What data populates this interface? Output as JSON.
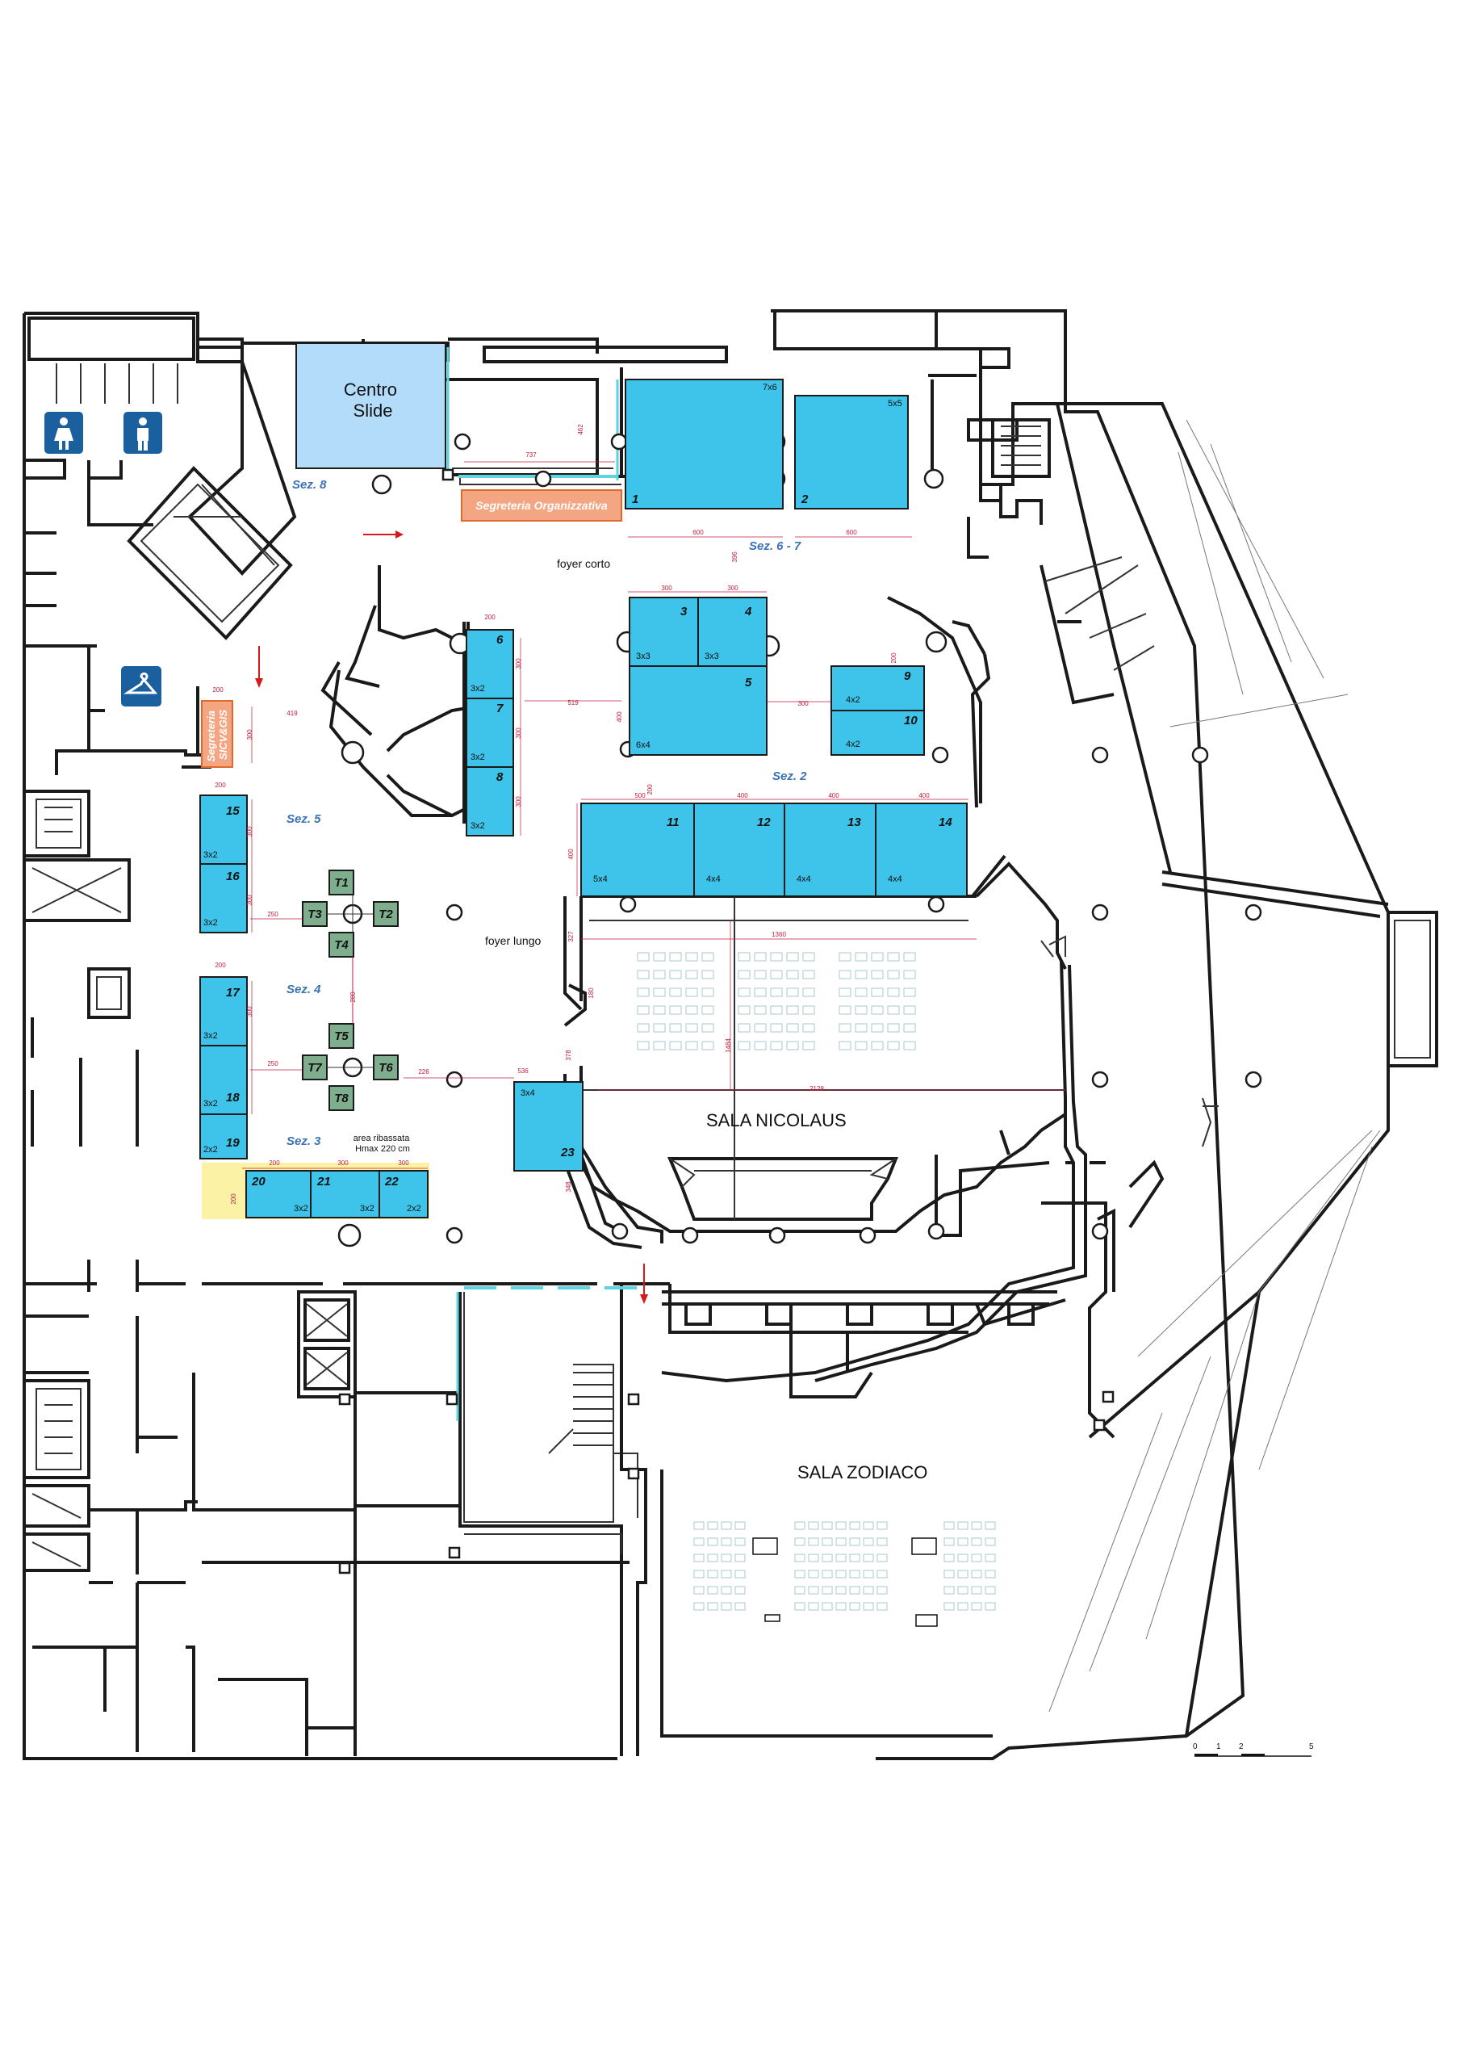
{
  "rooms": {
    "centro_slide": "Centro\nSlide",
    "segreteria_organizzativa": "Segreteria Organizzativa",
    "segreteria_sicv": "Segreteria\nSICV&GIS",
    "foyer_corto": "foyer corto",
    "foyer_lungo": "foyer lungo",
    "sala_nicolaus": "SALA NICOLAUS",
    "sala_zodiaco": "SALA ZODIACO",
    "area_ribassata": "area ribassata\nHmax 220 cm"
  },
  "sections": [
    "Sez. 8",
    "Sez. 6 - 7",
    "Sez. 2",
    "Sez. 5",
    "Sez. 4",
    "Sez. 3"
  ],
  "booths": [
    {
      "num": "1",
      "size": "7x6"
    },
    {
      "num": "2",
      "size": "5x5"
    },
    {
      "num": "3",
      "size": "3x3"
    },
    {
      "num": "4",
      "size": "3x3"
    },
    {
      "num": "5",
      "size": "6x4"
    },
    {
      "num": "6",
      "size": "3x2"
    },
    {
      "num": "7",
      "size": "3x2"
    },
    {
      "num": "8",
      "size": "3x2"
    },
    {
      "num": "9",
      "size": "4x2"
    },
    {
      "num": "10",
      "size": "4x2"
    },
    {
      "num": "11",
      "size": "5x4"
    },
    {
      "num": "12",
      "size": "4x4"
    },
    {
      "num": "13",
      "size": "4x4"
    },
    {
      "num": "14",
      "size": "4x4"
    },
    {
      "num": "15",
      "size": "3x2"
    },
    {
      "num": "16",
      "size": "3x2"
    },
    {
      "num": "17",
      "size": "3x2"
    },
    {
      "num": "18",
      "size": "3x2"
    },
    {
      "num": "19",
      "size": "2x2"
    },
    {
      "num": "20",
      "size": ""
    },
    {
      "num": "21",
      "size": "3x2"
    },
    {
      "num": "22",
      "size": "3x2"
    },
    {
      "num": "23",
      "size": "3x4"
    },
    {
      "num": "",
      "size": "2x2"
    }
  ],
  "tables": [
    "T1",
    "T2",
    "T3",
    "T4",
    "T5",
    "T6",
    "T7",
    "T8"
  ],
  "dimensions": {
    "d737": "737",
    "d462": "462",
    "d600a": "600",
    "d600b": "600",
    "d396": "396",
    "d300a": "300",
    "d300b": "300",
    "d200a": "200",
    "d300c": "300",
    "d300d": "300",
    "d300e": "300",
    "d519": "519",
    "d400": "400",
    "d300f": "300",
    "d200b": "200",
    "d500": "500",
    "d400b": "400",
    "d400c": "400",
    "d400d": "400",
    "d200c": "200",
    "d400e": "400",
    "d200d": "200",
    "d419": "419",
    "d300g": "300",
    "d200e": "200",
    "d300h": "300",
    "d300i": "300",
    "d250a": "250",
    "d200f": "200",
    "d300j": "300",
    "d280": "280",
    "d250b": "250",
    "d226": "226",
    "d536": "536",
    "d327": "327",
    "d1360": "1360",
    "d180": "180",
    "d1484": "1484",
    "d378": "378",
    "d2128": "2128",
    "d348": "348",
    "d200g": "200",
    "d300k": "300",
    "d300l": "300",
    "d200h": "200"
  },
  "scale": [
    "0",
    "1",
    "2",
    "5"
  ],
  "colors": {
    "booth": "#3ec4ea",
    "table": "#7fae8e",
    "centro_slide": "#b3dcfb",
    "segreteria": "#f4a582",
    "area_ribassata": "#fbf2a6",
    "section_label": "#3a73b5",
    "dimension": "#c01c3c",
    "arrow": "#d7191c",
    "glass": "#5fd3e0"
  },
  "icons": [
    "women-restroom-icon",
    "men-restroom-icon",
    "cloakroom-icon"
  ]
}
